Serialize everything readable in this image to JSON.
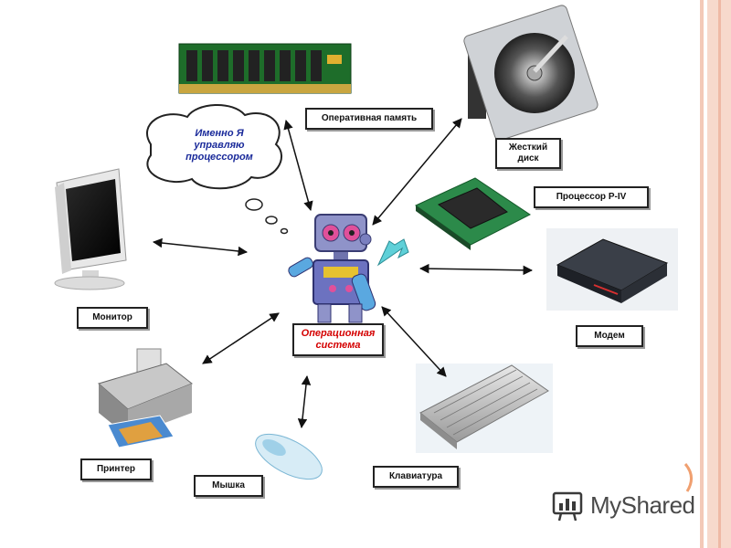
{
  "labels": {
    "ram": "Оперативная память",
    "hdd_line1": "Жесткий",
    "hdd_line2": "диск",
    "cpu": "Процессор P-IV",
    "monitor": "Монитор",
    "modem": "Модем",
    "os_line1": "Операционная",
    "os_line2": "система",
    "printer": "Принтер",
    "mouse": "Мышка",
    "keyboard": "Клавиатура"
  },
  "cloud": {
    "line1": "Именно Я",
    "line2": "управляю",
    "line3": "процессором"
  },
  "brand": {
    "name": "MyShared"
  },
  "colors": {
    "os_text": "#d40000",
    "cloud_text": "#1a2a9a",
    "stripe": "#f3c9b8"
  }
}
